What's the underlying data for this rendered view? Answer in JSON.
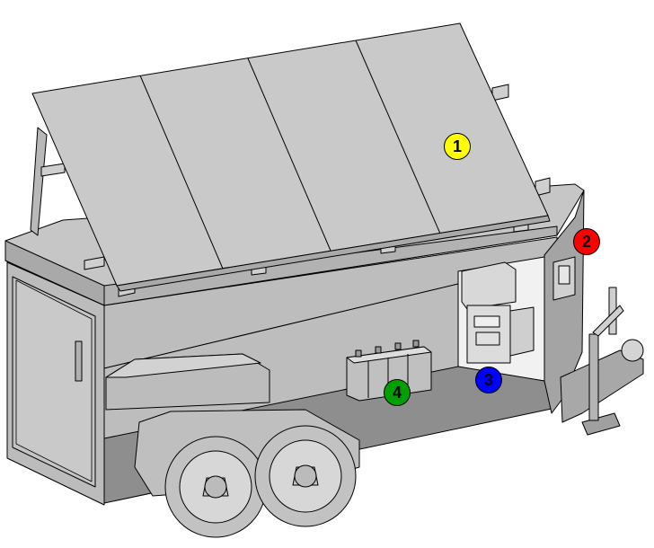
{
  "markers": [
    {
      "id": "1",
      "label": "1",
      "color": "#ffff00"
    },
    {
      "id": "2",
      "label": "2",
      "color": "#ff0000"
    },
    {
      "id": "3",
      "label": "3",
      "color": "#0000ff"
    },
    {
      "id": "4",
      "label": "4",
      "color": "#00a000"
    }
  ],
  "colors": {
    "panel_fill": "#c8c8c8",
    "body_fill": "#bdbdbd",
    "shadow_fill": "#8e8e8e",
    "outline": "#000000"
  }
}
